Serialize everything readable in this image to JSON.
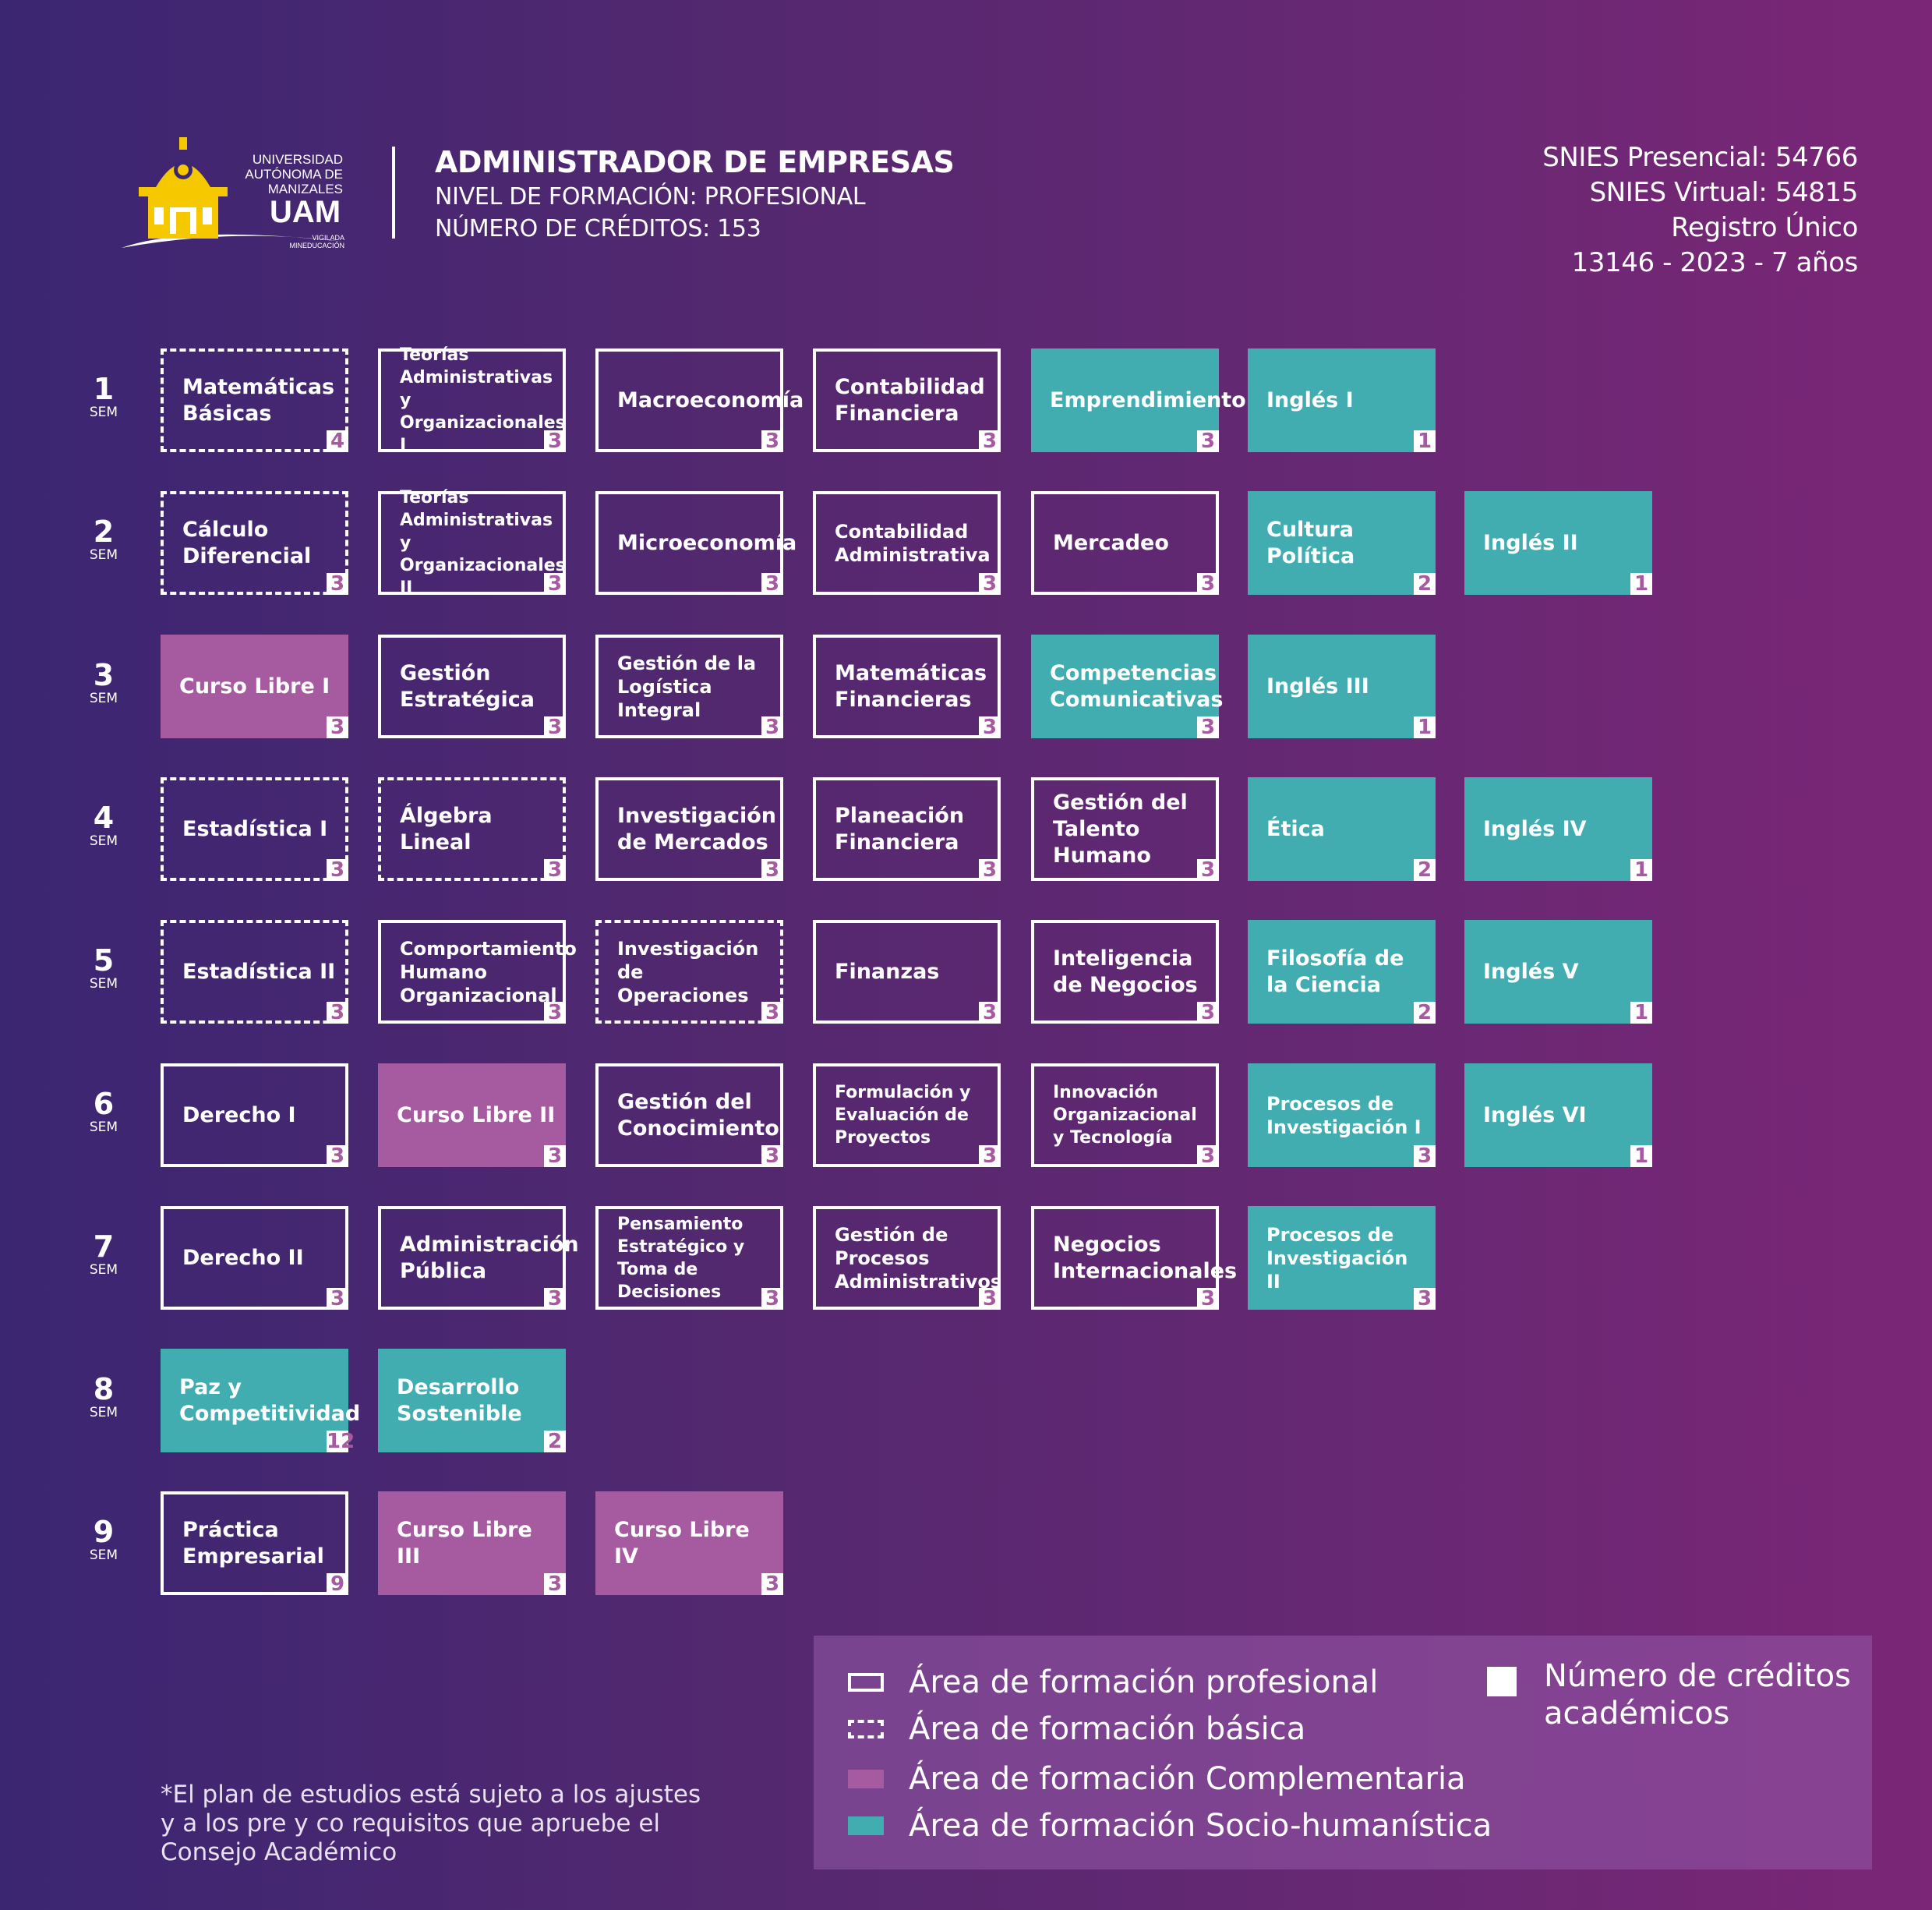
{
  "logo": {
    "university_name": "UNIVERSIDAD AUTÓNOMA DE MANIZALES",
    "acronym": "UAM",
    "tagline": "VIGILADA MINEDUCACIÓN"
  },
  "program": {
    "title": "ADMINISTRADOR DE EMPRESAS",
    "level": "NIVEL DE FORMACIÓN: PROFESIONAL",
    "credits": "NÚMERO DE CRÉDITOS: 153"
  },
  "registry": {
    "snies_presencial": "SNIES Presencial: 54766",
    "snies_virtual": "SNIES Virtual: 54815",
    "registro": "Registro Único",
    "registro_detail": "13146 - 2023 - 7 años"
  },
  "colors": {
    "complementaria": "#a65aa0",
    "socio_humanistica": "#41adb1",
    "background_start": "#3b2672",
    "background_end": "#7b2676"
  },
  "semesters": [
    {
      "number": "1",
      "label": "SEM",
      "courses": [
        {
          "name": "Matemáticas Básicas",
          "credits": "4",
          "area": "basica"
        },
        {
          "name": "Teorías Administrativas y Organizacionales I",
          "credits": "3",
          "area": "profesional"
        },
        {
          "name": "Macroeconomía",
          "credits": "3",
          "area": "profesional"
        },
        {
          "name": "Contabilidad Financiera",
          "credits": "3",
          "area": "profesional"
        },
        {
          "name": "Emprendimiento",
          "credits": "3",
          "area": "socio"
        },
        {
          "name": "Inglés I",
          "credits": "1",
          "area": "socio"
        }
      ]
    },
    {
      "number": "2",
      "label": "SEM",
      "courses": [
        {
          "name": "Cálculo Diferencial",
          "credits": "3",
          "area": "basica"
        },
        {
          "name": "Teorías Administrativas y Organizacionales II",
          "credits": "3",
          "area": "profesional"
        },
        {
          "name": "Microeconomía",
          "credits": "3",
          "area": "profesional"
        },
        {
          "name": "Contabilidad Administrativa",
          "credits": "3",
          "area": "profesional"
        },
        {
          "name": "Mercadeo",
          "credits": "3",
          "area": "profesional"
        },
        {
          "name": "Cultura Política",
          "credits": "2",
          "area": "socio"
        },
        {
          "name": "Inglés II",
          "credits": "1",
          "area": "socio"
        }
      ]
    },
    {
      "number": "3",
      "label": "SEM",
      "courses": [
        {
          "name": "Curso Libre I",
          "credits": "3",
          "area": "complementaria"
        },
        {
          "name": "Gestión Estratégica",
          "credits": "3",
          "area": "profesional"
        },
        {
          "name": "Gestión de la Logística Integral",
          "credits": "3",
          "area": "profesional"
        },
        {
          "name": "Matemáticas Financieras",
          "credits": "3",
          "area": "profesional"
        },
        {
          "name": "Competencias Comunicativas",
          "credits": "3",
          "area": "socio"
        },
        {
          "name": "Inglés III",
          "credits": "1",
          "area": "socio"
        }
      ]
    },
    {
      "number": "4",
      "label": "SEM",
      "courses": [
        {
          "name": "Estadística I",
          "credits": "3",
          "area": "basica"
        },
        {
          "name": "Álgebra Lineal",
          "credits": "3",
          "area": "basica"
        },
        {
          "name": "Investigación de Mercados",
          "credits": "3",
          "area": "profesional"
        },
        {
          "name": "Planeación Financiera",
          "credits": "3",
          "area": "profesional"
        },
        {
          "name": "Gestión del Talento Humano",
          "credits": "3",
          "area": "profesional"
        },
        {
          "name": "Ética",
          "credits": "2",
          "area": "socio"
        },
        {
          "name": "Inglés IV",
          "credits": "1",
          "area": "socio"
        }
      ]
    },
    {
      "number": "5",
      "label": "SEM",
      "courses": [
        {
          "name": "Estadística II",
          "credits": "3",
          "area": "basica"
        },
        {
          "name": "Comportamiento Humano Organizacional",
          "credits": "3",
          "area": "profesional"
        },
        {
          "name": "Investigación de Operaciones",
          "credits": "3",
          "area": "basica"
        },
        {
          "name": "Finanzas",
          "credits": "3",
          "area": "profesional"
        },
        {
          "name": "Inteligencia de Negocios",
          "credits": "3",
          "area": "profesional"
        },
        {
          "name": "Filosofía de la Ciencia",
          "credits": "2",
          "area": "socio"
        },
        {
          "name": "Inglés V",
          "credits": "1",
          "area": "socio"
        }
      ]
    },
    {
      "number": "6",
      "label": "SEM",
      "courses": [
        {
          "name": "Derecho I",
          "credits": "3",
          "area": "profesional"
        },
        {
          "name": "Curso Libre II",
          "credits": "3",
          "area": "complementaria"
        },
        {
          "name": "Gestión del Conocimiento",
          "credits": "3",
          "area": "profesional"
        },
        {
          "name": "Formulación y Evaluación de Proyectos",
          "credits": "3",
          "area": "profesional"
        },
        {
          "name": "Innovación Organizacional y Tecnología",
          "credits": "3",
          "area": "profesional"
        },
        {
          "name": "Procesos de Investigación I",
          "credits": "3",
          "area": "socio"
        },
        {
          "name": "Inglés VI",
          "credits": "1",
          "area": "socio"
        }
      ]
    },
    {
      "number": "7",
      "label": "SEM",
      "courses": [
        {
          "name": "Derecho II",
          "credits": "3",
          "area": "profesional"
        },
        {
          "name": "Administración Pública",
          "credits": "3",
          "area": "profesional"
        },
        {
          "name": "Pensamiento Estratégico y Toma de Decisiones",
          "credits": "3",
          "area": "profesional"
        },
        {
          "name": "Gestión de Procesos Administrativos",
          "credits": "3",
          "area": "profesional"
        },
        {
          "name": "Negocios Internacionales",
          "credits": "3",
          "area": "profesional"
        },
        {
          "name": "Procesos de Investigación II",
          "credits": "3",
          "area": "socio"
        }
      ]
    },
    {
      "number": "8",
      "label": "SEM",
      "courses": [
        {
          "name": "Paz y Competitividad",
          "credits": "12",
          "area": "socio"
        },
        {
          "name": "Desarrollo Sostenible",
          "credits": "2",
          "area": "socio"
        }
      ]
    },
    {
      "number": "9",
      "label": "SEM",
      "courses": [
        {
          "name": "Práctica Empresarial",
          "credits": "9",
          "area": "profesional"
        },
        {
          "name": "Curso Libre III",
          "credits": "3",
          "area": "complementaria"
        },
        {
          "name": "Curso Libre IV",
          "credits": "3",
          "area": "complementaria"
        }
      ]
    }
  ],
  "legend": {
    "profesional": "Área de formación profesional",
    "basica": "Área de formación básica",
    "complementaria": "Área de formación  Complementaria",
    "socio": "Área de formación Socio-humanística",
    "credits": "Número de créditos académicos"
  },
  "footnote": "*El plan de estudios está sujeto a los ajustes y a los pre y co requisitos que apruebe el Consejo Académico"
}
